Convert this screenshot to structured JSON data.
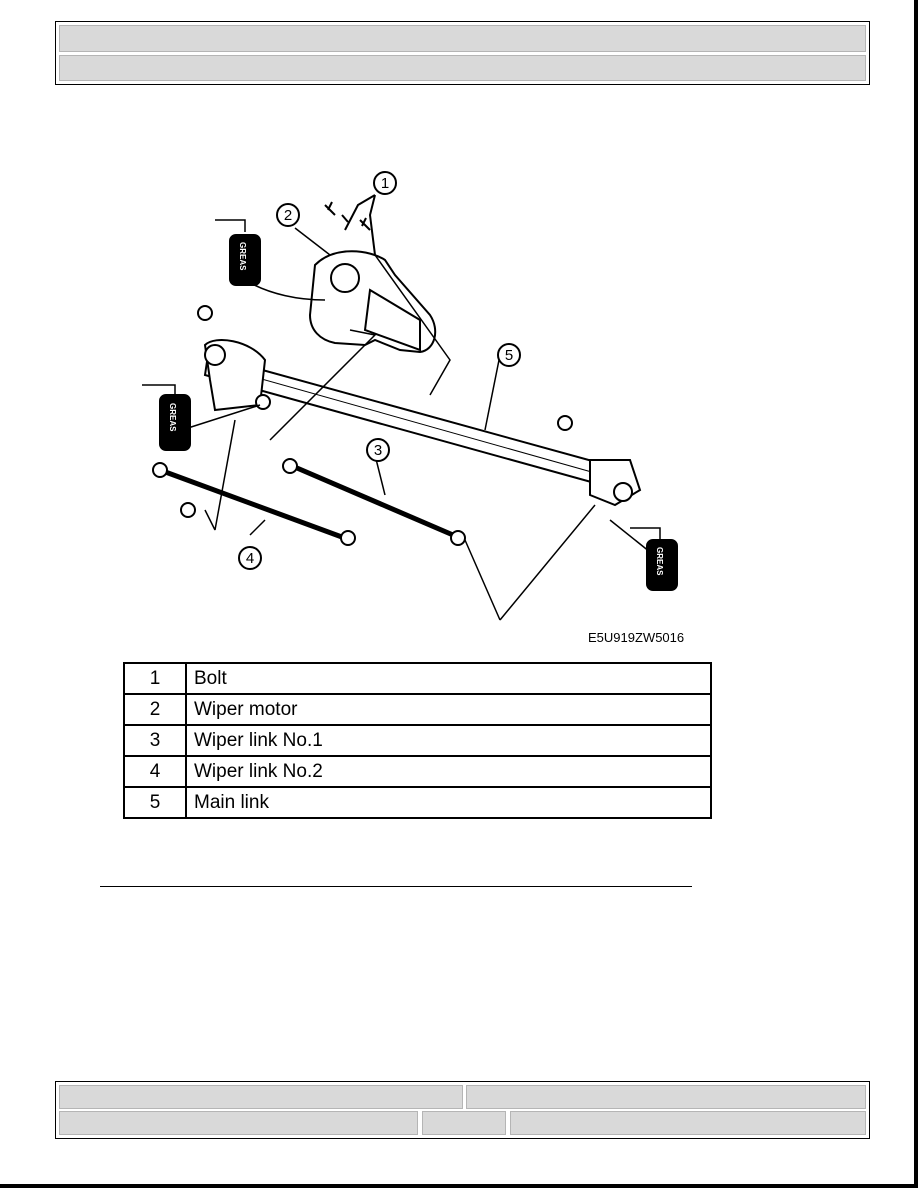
{
  "figure": {
    "code": "E5U919ZW5016",
    "callouts": [
      "1",
      "2",
      "3",
      "4",
      "5"
    ],
    "grease_label": "GREAS"
  },
  "parts_table": [
    {
      "num": "1",
      "name": "Bolt"
    },
    {
      "num": "2",
      "name": "Wiper motor"
    },
    {
      "num": "3",
      "name": "Wiper link No.1"
    },
    {
      "num": "4",
      "name": "Wiper link No.2"
    },
    {
      "num": "5",
      "name": "Main link"
    }
  ]
}
